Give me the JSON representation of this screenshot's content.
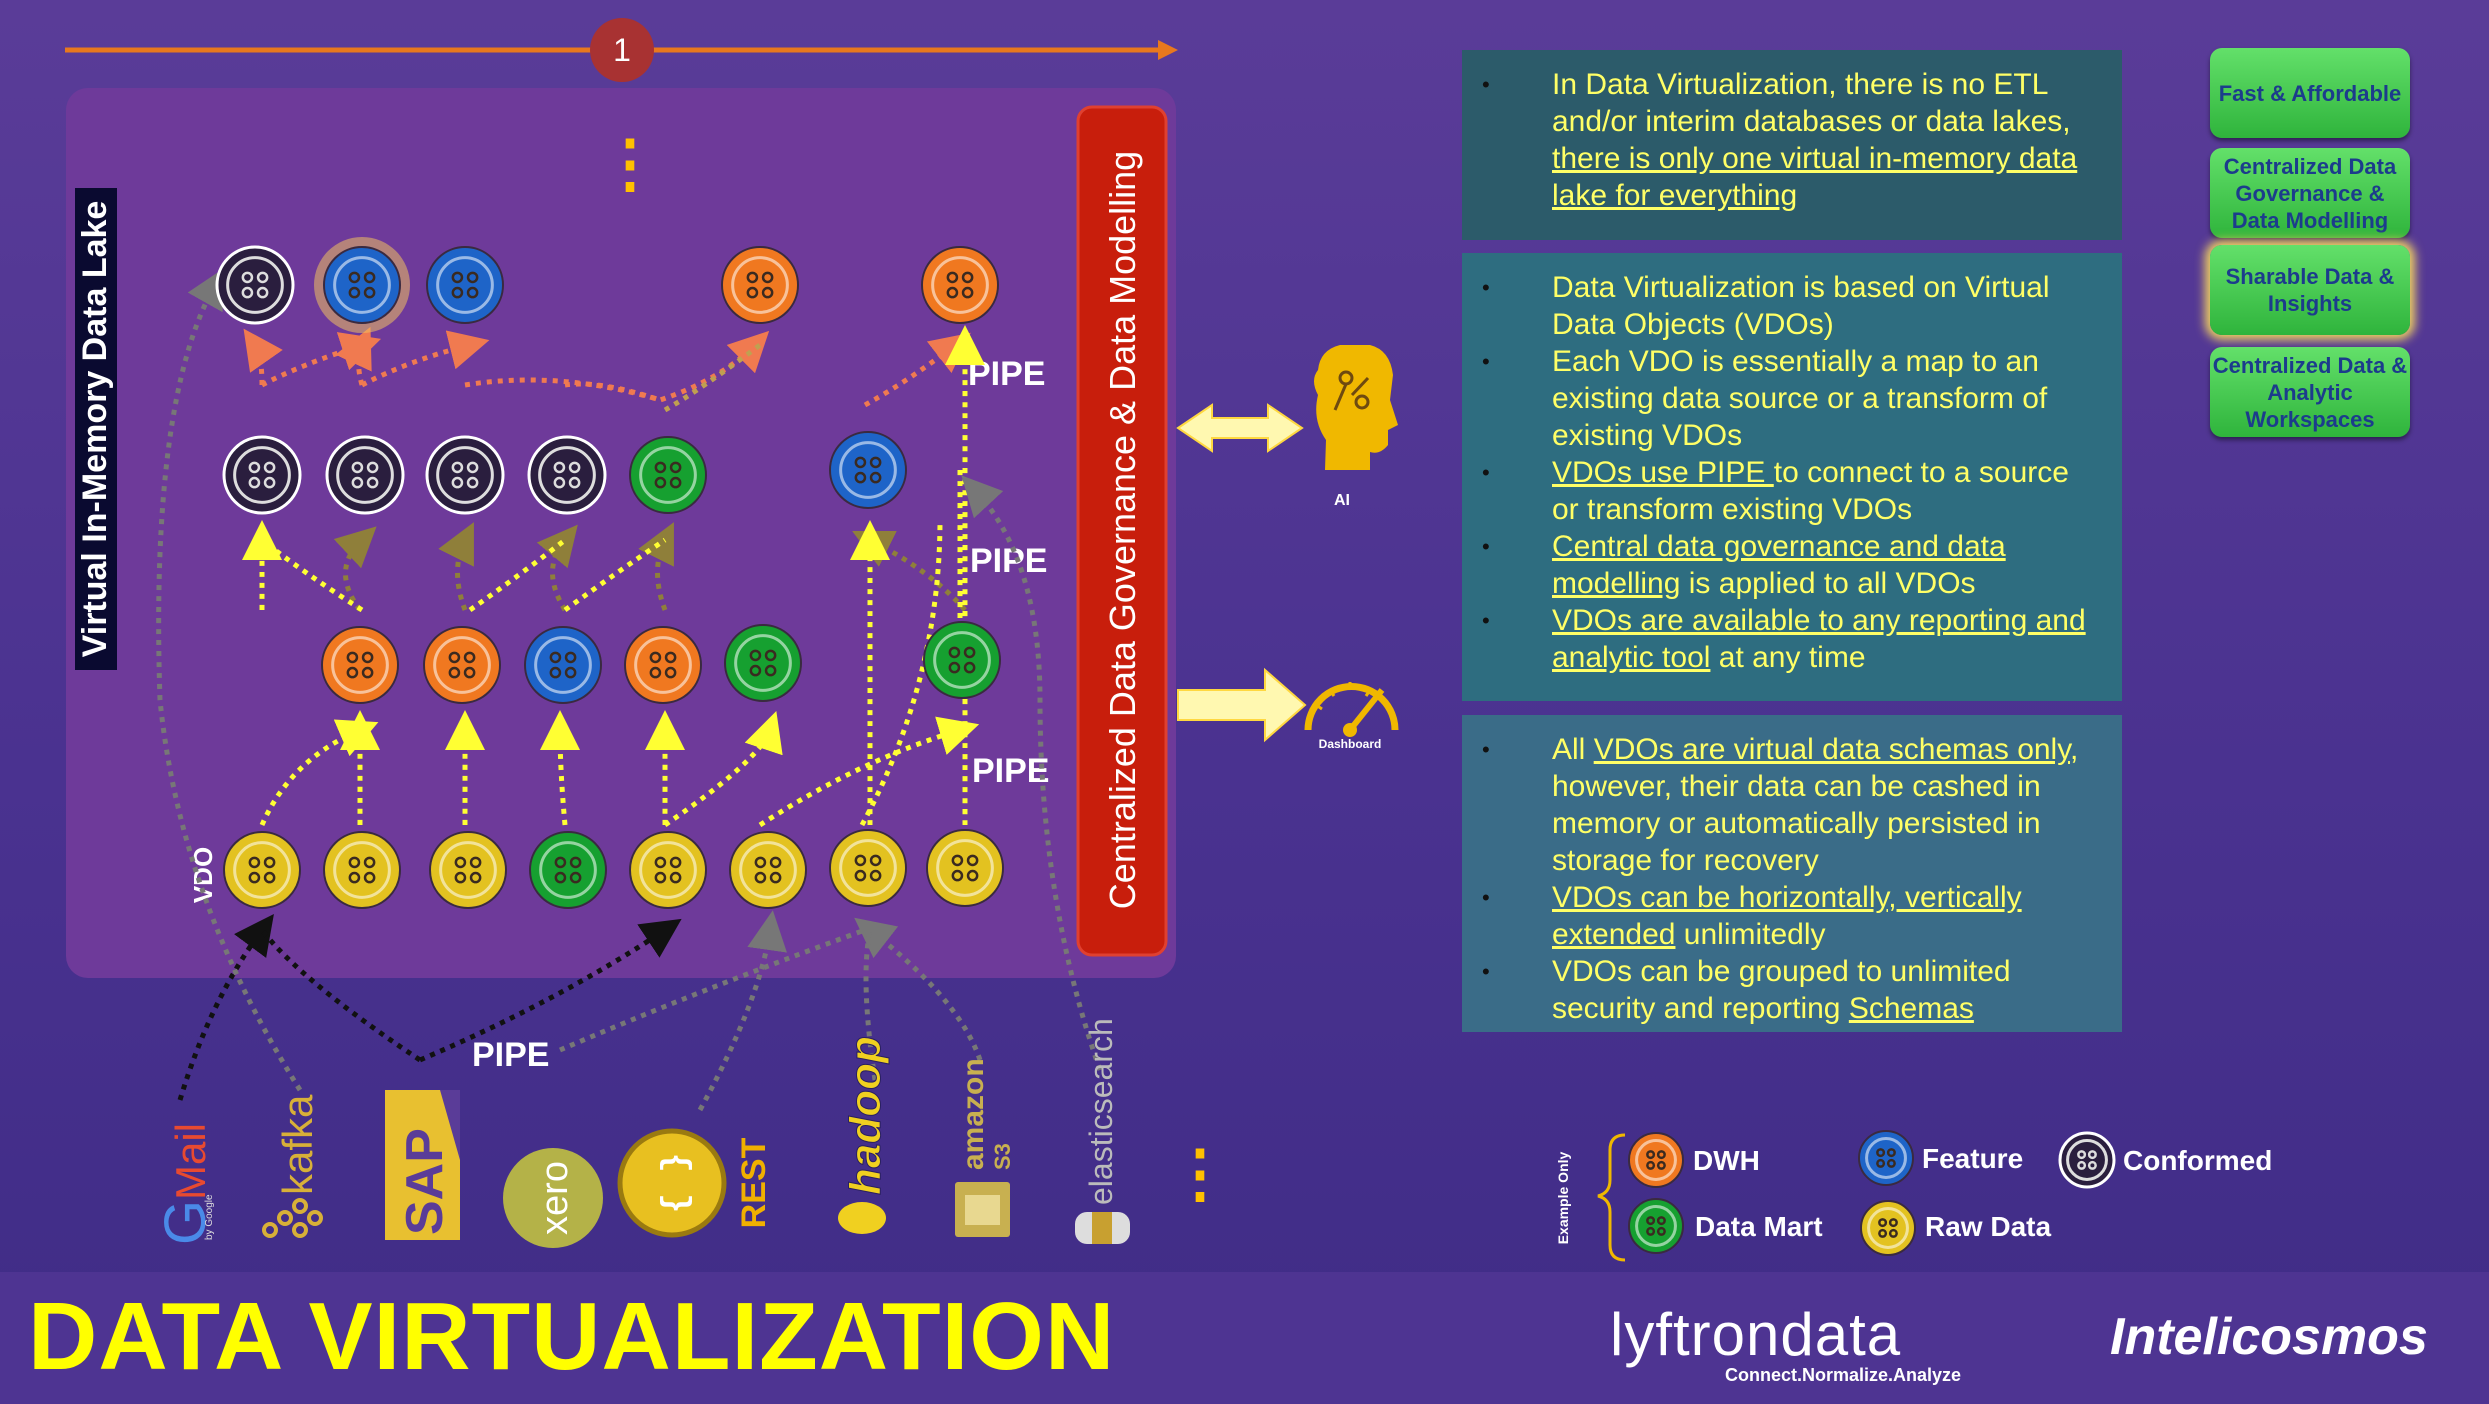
{
  "step_number": "1",
  "lake_label": "Virtual In-Memory Data Lake",
  "vdo_label": "VDO",
  "pipe_label": "PIPE",
  "ellipsis": "⋮",
  "governance_bar": "Centralized Data Governance & Data Modelling",
  "ai_label": "AI",
  "dashboard_label": "Dashboard",
  "colors": {
    "raw": "#e3c220",
    "dwh": "#f07820",
    "feature": "#1e64c8",
    "mart": "#16a030",
    "conformed": "#2a1e3e",
    "governance": "#c81e0c",
    "lake": "#6e3a9a",
    "text_yellow": "#ffff66"
  },
  "sources": {
    "gmail": "Mail",
    "gmail_by": "by Google",
    "kafka": "kafka",
    "sap": "SAP",
    "xero": "xero",
    "rest_symbol": "{ }",
    "rest": "REST",
    "hadoop": "hadoop",
    "amazon": "amazon",
    "s3": "S3",
    "elasticsearch": "elasticsearch"
  },
  "panel1": {
    "t1": "In Data Virtualization, there is no ETL and/or interim databases or data lakes, ",
    "t2": "there is only one virtual in-memory data lake for everything"
  },
  "panel2": {
    "b1": "Data Virtualization is based on Virtual Data Objects (VDOs)",
    "b2": "Each VDO is essentially a map to an existing data source or a transform of existing VDOs",
    "b3u": "VDOs use PIPE ",
    "b3": "to connect to a source or transform existing VDOs",
    "b4u": "Central data governance and data modelling",
    "b4": " is applied to all VDOs",
    "b5u": "VDOs are available to any reporting and analytic tool",
    "b5": " at any time"
  },
  "panel3": {
    "b1a": "All ",
    "b1u": "VDOs are virtual data schemas only",
    "b1b": ", however, their data can be cashed in memory or automatically persisted in storage for recovery",
    "b2u": "VDOs can be horizontally, vertically extended",
    "b2": " unlimitedly",
    "b3": "VDOs can be grouped to unlimited security and reporting ",
    "b3u": "Schemas"
  },
  "buttons": {
    "fast": "Fast & Affordable",
    "gov": "Centralized Data Governance & Data Modelling",
    "share": "Sharable Data & Insights",
    "ws": "Centralized Data & Analytic Workspaces"
  },
  "legend": {
    "example": "Example Only",
    "dwh": "DWH",
    "feature": "Feature",
    "conformed": "Conformed",
    "mart": "Data Mart",
    "raw": "Raw Data"
  },
  "footer": {
    "title": "DATA VIRTUALIZATION",
    "lyftron": "lyftrondata",
    "lyftron_tag": "Connect.Normalize.Analyze",
    "intel": "Intelicosmos"
  }
}
